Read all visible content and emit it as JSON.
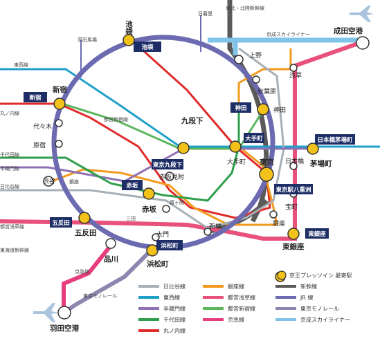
{
  "airports": {
    "narita": "成田空港",
    "haneda": "羽田空港"
  },
  "line_labels": {
    "tozai": "東西線",
    "marunouchi": "丸ノ内線",
    "chiyoda": "千代田線",
    "hanzomon": "半蔵門線",
    "hibiya": "日比谷線",
    "asakusa": "都営浅草線",
    "tokaido": "東海道新幹線",
    "takadanobaba": "高田馬場",
    "toei_shinjuku": "都営新宿線",
    "nippori": "日暮里",
    "tohoku": "東北・北陸新幹線",
    "keisei": "京成スカイライナー",
    "keikyu": "京急線",
    "monorail": "東京モノレール"
  },
  "stations": {
    "ikebukuro": "池袋",
    "ueno": "上野",
    "asakusa": "浅草",
    "akihabara": "秋葉原",
    "kanda": "神田",
    "shinjuku": "新宿",
    "yoyogi": "代々木",
    "harajuku": "原宿",
    "kudanshita": "九段下",
    "otemachi": "大手町",
    "tokyo": "東京",
    "nihonbashi": "日本橋",
    "kayabacho": "茅場町",
    "shibuya": "渋谷",
    "ginza": "銀座",
    "akasakamitsuke": "赤坂見附",
    "akasaka": "赤坂",
    "kasumigaseki": "霞ヶ関",
    "takaracho": "宝町",
    "ginza2": "銀座",
    "gotanda": "五反田",
    "shinbashi": "新橋",
    "higashiginza": "東銀座",
    "daimon": "大門",
    "hamamatsucho": "浜松町",
    "shinagawa": "品川",
    "mita": "三田"
  },
  "hotel_labels": {
    "ikebukuro": "池袋",
    "shinjuku": "新宿",
    "kanda": "神田",
    "otemachi": "大手町",
    "kudanshita": "東京九段下",
    "nihonbashi": "日本橋茅場町",
    "yaesu": "東京駅八重洲",
    "akasaka": "赤坂",
    "gotanda": "五反田",
    "higashiginza": "東銀座",
    "hamamatsucho": "浜松町"
  },
  "legend": {
    "hotel_marker": "京王プレッソイン 最寄駅",
    "items": [
      {
        "label": "日比谷線",
        "color": "#a7b0b6"
      },
      {
        "label": "銀座線",
        "color": "#f39a1e"
      },
      {
        "label": "新幹線",
        "color": "#5a5a5a"
      },
      {
        "label": "東西線",
        "color": "#1fa0c8"
      },
      {
        "label": "都営浅草線",
        "color": "#e8517a"
      },
      {
        "label": "JR 線",
        "color": "#6c6ab0"
      },
      {
        "label": "半蔵門線",
        "color": "#8f70b5"
      },
      {
        "label": "都営新宿線",
        "color": "#5bb55c"
      },
      {
        "label": "東京モノレール",
        "color": "#8f86b0"
      },
      {
        "label": "千代田線",
        "color": "#2e9e4c"
      },
      {
        "label": "京急線",
        "color": "#e53d7e"
      },
      {
        "label": "京成スカイライナー",
        "color": "#7fc3e8"
      },
      {
        "label": "丸ノ内線",
        "color": "#e02a2a"
      }
    ]
  }
}
